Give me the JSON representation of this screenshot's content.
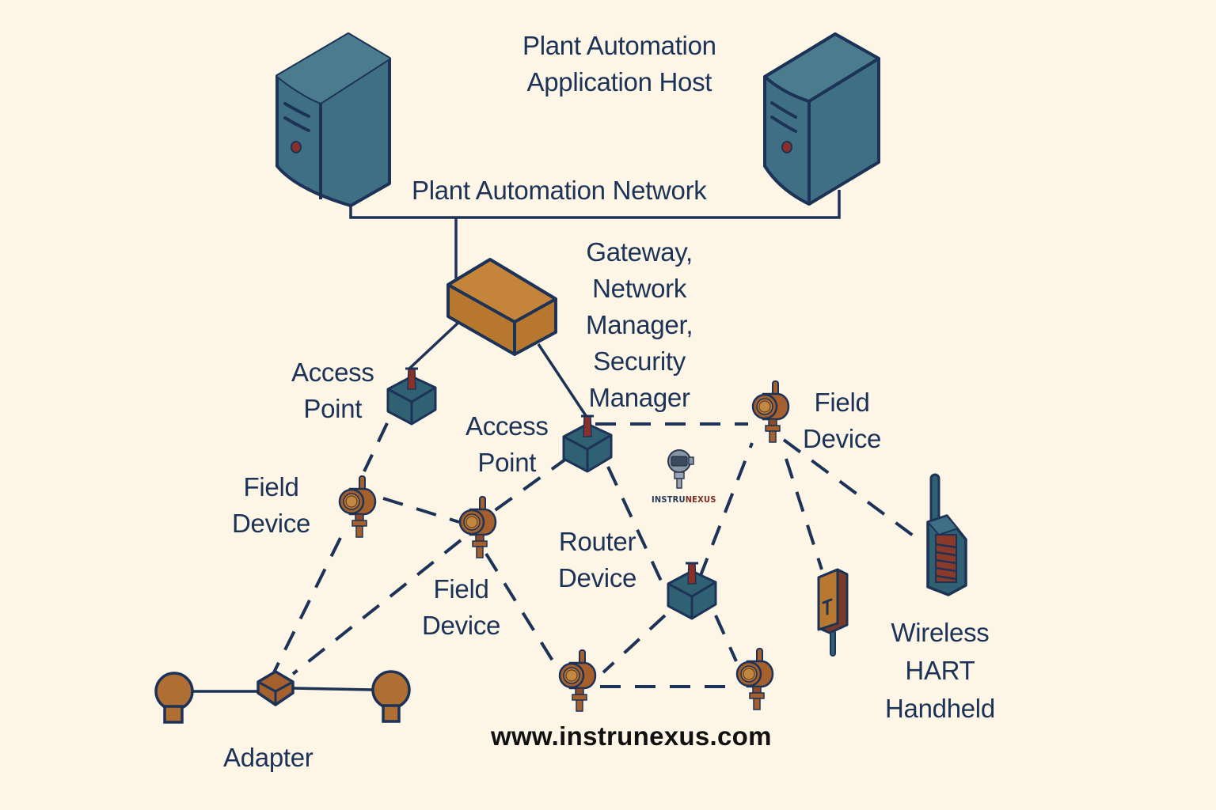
{
  "diagram": {
    "title": "Plant Automation Application Host",
    "colors": {
      "background": "#fdf5e6",
      "outline": "#1c3357",
      "server_fill": "#3f6f84",
      "gateway_fill": "#b8772f",
      "device_fill": "#a5602d",
      "access_point_fill": "#2f6173",
      "accent_red": "#8b3028"
    },
    "labels": {
      "host": [
        "Plant Automation",
        "Application Host"
      ],
      "network": "Plant Automation Network",
      "gateway": [
        "Gateway,",
        "Network",
        "Manager,",
        "Security",
        "Manager"
      ],
      "access_point_1": [
        "Access",
        "Point"
      ],
      "access_point_2": [
        "Access",
        "Point"
      ],
      "field_device_left": [
        "Field",
        "Device"
      ],
      "field_device_center": [
        "Field",
        "Device"
      ],
      "field_device_right": [
        "Field",
        "Device"
      ],
      "router_device": [
        "Router",
        "Device"
      ],
      "handheld": [
        "Wireless",
        "HART",
        "Handheld"
      ],
      "adapter": "Adapter",
      "website": "www.instrunexus.com",
      "logo_part1": "INSTRU",
      "logo_part2": "NEXUS"
    },
    "nodes": [
      {
        "id": "server-left",
        "type": "server"
      },
      {
        "id": "server-right",
        "type": "server"
      },
      {
        "id": "gateway",
        "type": "gateway"
      },
      {
        "id": "ap1",
        "type": "access-point"
      },
      {
        "id": "ap2",
        "type": "access-point"
      },
      {
        "id": "fd-left",
        "type": "field-device"
      },
      {
        "id": "fd-center",
        "type": "field-device"
      },
      {
        "id": "fd-right",
        "type": "field-device"
      },
      {
        "id": "fd-bottom-1",
        "type": "field-device"
      },
      {
        "id": "fd-bottom-2",
        "type": "field-device"
      },
      {
        "id": "router",
        "type": "router-device"
      },
      {
        "id": "adapter",
        "type": "adapter"
      },
      {
        "id": "bulb-left",
        "type": "wired-device"
      },
      {
        "id": "bulb-right",
        "type": "wired-device"
      },
      {
        "id": "adapter-tag",
        "type": "adapter-device"
      },
      {
        "id": "handheld",
        "type": "handheld"
      }
    ],
    "links": [
      {
        "from": "server-left",
        "to": "server-right",
        "style": "wired"
      },
      {
        "from": "server-left",
        "to": "gateway",
        "style": "wired"
      },
      {
        "from": "gateway",
        "to": "ap1",
        "style": "wired"
      },
      {
        "from": "gateway",
        "to": "ap2",
        "style": "wired"
      },
      {
        "from": "ap1",
        "to": "fd-left",
        "style": "wireless"
      },
      {
        "from": "fd-left",
        "to": "adapter",
        "style": "wireless"
      },
      {
        "from": "fd-left",
        "to": "fd-center",
        "style": "wireless"
      },
      {
        "from": "ap2",
        "to": "fd-center",
        "style": "wireless"
      },
      {
        "from": "ap2",
        "to": "fd-right",
        "style": "wireless"
      },
      {
        "from": "ap2",
        "to": "router",
        "style": "wireless"
      },
      {
        "from": "fd-center",
        "to": "adapter",
        "style": "wireless"
      },
      {
        "from": "fd-center",
        "to": "fd-bottom-1",
        "style": "wireless"
      },
      {
        "from": "router",
        "to": "fd-right",
        "style": "wireless"
      },
      {
        "from": "router",
        "to": "fd-bottom-1",
        "style": "wireless"
      },
      {
        "from": "router",
        "to": "fd-bottom-2",
        "style": "wireless"
      },
      {
        "from": "fd-bottom-1",
        "to": "fd-bottom-2",
        "style": "wireless"
      },
      {
        "from": "fd-right",
        "to": "adapter-tag",
        "style": "wireless"
      },
      {
        "from": "fd-right",
        "to": "handheld",
        "style": "wireless"
      },
      {
        "from": "bulb-left",
        "to": "adapter",
        "style": "wired"
      },
      {
        "from": "adapter",
        "to": "bulb-right",
        "style": "wired"
      }
    ]
  }
}
